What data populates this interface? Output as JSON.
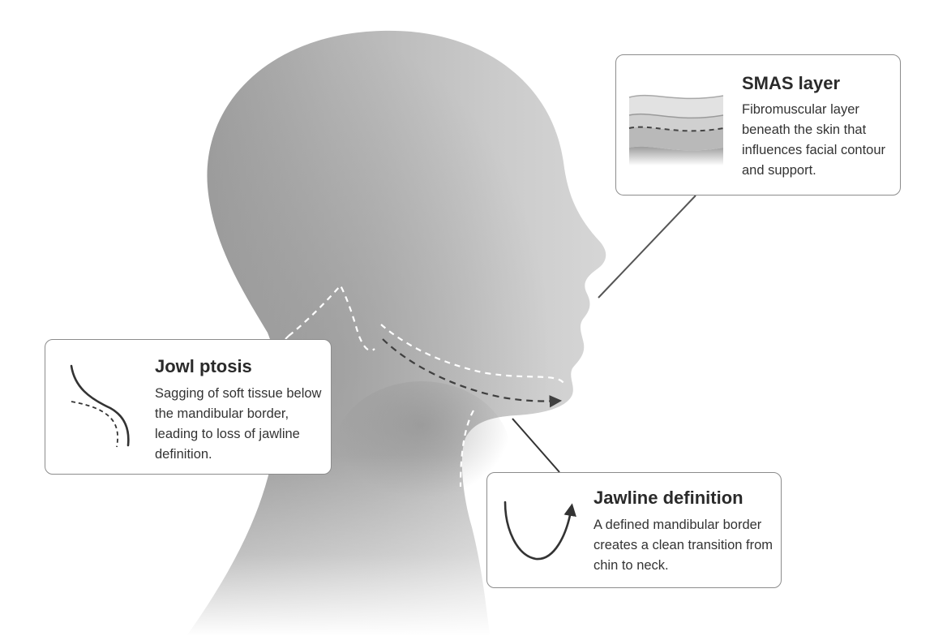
{
  "colors": {
    "head_light": "#cfcfcf",
    "head_dark": "#9a9a9a",
    "leader_line": "#555555",
    "dashed_white": "#ffffff",
    "dashed_dark": "#3f3f3f",
    "card_border": "#8c8c8c",
    "text": "#2b2b2b"
  },
  "cards": {
    "smas": {
      "title": "SMAS layer",
      "body": "Fibromuscular layer beneath the skin that influences facial contour and support.",
      "icon": "tissue-layers-icon"
    },
    "jowl": {
      "title": "Jowl ptosis",
      "body": "Sagging of soft tissue below the mandibular border, leading to loss of jawline definition.",
      "icon": "sagging-curve-icon"
    },
    "jaw": {
      "title": "Jawline definition",
      "body": "A defined mandibular border creates a clean transition from chin to neck.",
      "icon": "lift-curve-arrow-icon"
    }
  }
}
